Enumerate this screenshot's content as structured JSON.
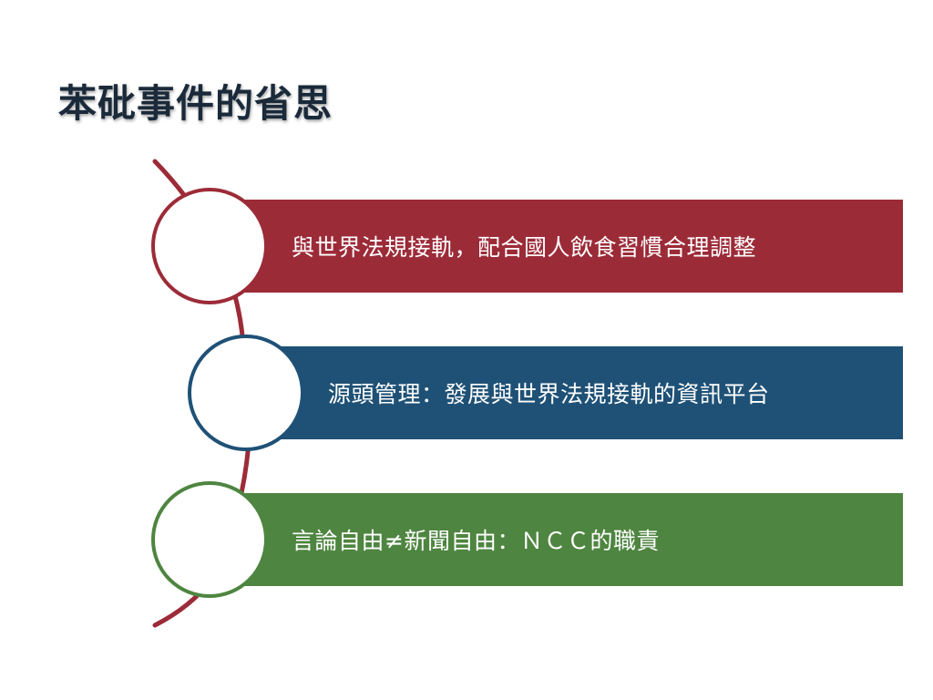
{
  "slide": {
    "title": "苯砒事件的省思",
    "items": [
      {
        "label": "與世界法規接軌，配合國人飲食習慣合理調整",
        "color": "#9c2b38"
      },
      {
        "label": "源頭管理：發展與世界法規接軌的資訊平台",
        "color": "#1f5176"
      },
      {
        "label": "言論自由≠新聞自由：ＮＣＣ的職責",
        "color": "#4e8540"
      }
    ],
    "spine_color": "#9c2b38"
  }
}
